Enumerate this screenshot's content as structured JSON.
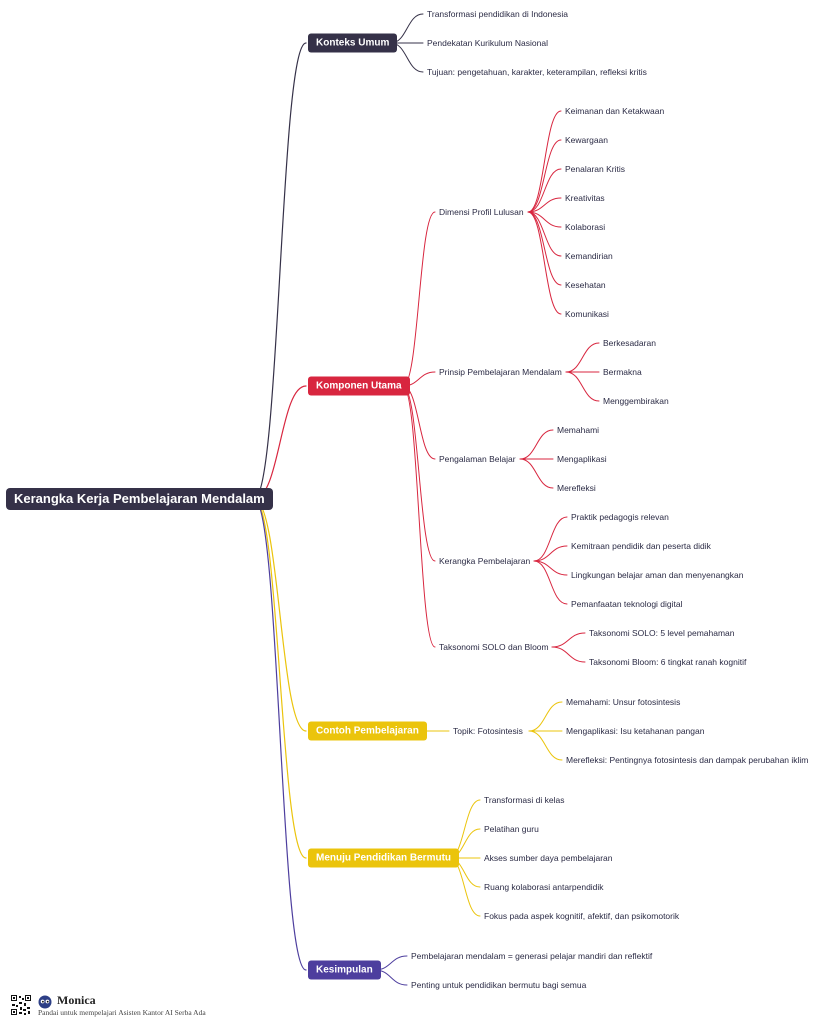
{
  "root": {
    "label": "Kerangka Kerja Pembelajaran Mendalam"
  },
  "colors": {
    "konteks": "#353148",
    "komponen": "#d8263f",
    "contoh": "#ebc40c",
    "menuju": "#ebc40c",
    "kesimpulan": "#4d3e9e",
    "text": "#2b2b45"
  },
  "konteks": {
    "label": "Konteks Umum",
    "items": [
      "Transformasi pendidikan di Indonesia",
      "Pendekatan Kurikulum Nasional",
      "Tujuan: pengetahuan, karakter, keterampilan, refleksi kritis"
    ]
  },
  "komponen": {
    "label": "Komponen Utama",
    "dimensi": {
      "label": "Dimensi Profil Lulusan",
      "items": [
        "Keimanan dan Ketakwaan",
        "Kewargaan",
        "Penalaran Kritis",
        "Kreativitas",
        "Kolaborasi",
        "Kemandirian",
        "Kesehatan",
        "Komunikasi"
      ]
    },
    "prinsip": {
      "label": "Prinsip Pembelajaran Mendalam",
      "items": [
        "Berkesadaran",
        "Bermakna",
        "Menggembirakan"
      ]
    },
    "pengalaman": {
      "label": "Pengalaman Belajar",
      "items": [
        "Memahami",
        "Mengaplikasi",
        "Merefleksi"
      ]
    },
    "kerangka": {
      "label": "Kerangka Pembelajaran",
      "items": [
        "Praktik pedagogis relevan",
        "Kemitraan pendidik dan peserta didik",
        "Lingkungan belajar aman dan menyenangkan",
        "Pemanfaatan teknologi digital"
      ]
    },
    "taksonomi": {
      "label": "Taksonomi SOLO dan Bloom",
      "items": [
        "Taksonomi SOLO: 5 level pemahaman",
        "Taksonomi Bloom: 6 tingkat ranah kognitif"
      ]
    }
  },
  "contoh": {
    "label": "Contoh Pembelajaran",
    "topik": {
      "label": "Topik: Fotosintesis",
      "items": [
        "Memahami: Unsur fotosintesis",
        "Mengaplikasi: Isu ketahanan pangan",
        "Merefleksi: Pentingnya fotosintesis dan dampak perubahan iklim"
      ]
    }
  },
  "menuju": {
    "label": "Menuju Pendidikan Bermutu",
    "items": [
      "Transformasi di kelas",
      "Pelatihan guru",
      "Akses sumber daya pembelajaran",
      "Ruang kolaborasi antarpendidik",
      "Fokus pada aspek kognitif, afektif, dan psikomotorik"
    ]
  },
  "kesimpulan": {
    "label": "Kesimpulan",
    "items": [
      "Pembelajaran mendalam = generasi pelajar mandiri dan reflektif",
      "Penting untuk pendidikan bermutu bagi semua"
    ]
  },
  "footer": {
    "brand": "Monica",
    "tagline": "Pandai untuk mempelajari Asisten Kantor AI Serba Ada",
    "qr_icon": "qr-code-icon",
    "logo_icon": "monica-logo-icon"
  }
}
